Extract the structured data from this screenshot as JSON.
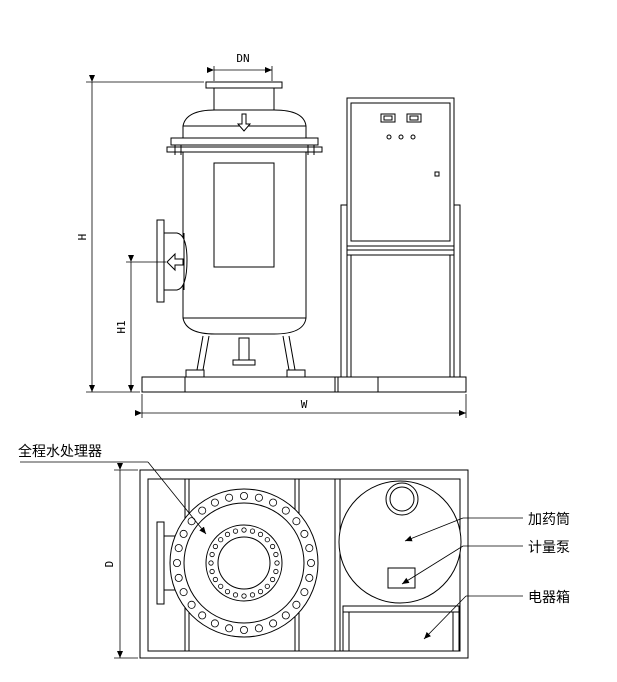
{
  "dimensions": {
    "dn": "DN",
    "h": "H",
    "h1": "H1",
    "w": "W",
    "d": "D"
  },
  "labels": {
    "processor": "全程水处理器",
    "dosing_tank": "加药筒",
    "metering_pump": "计量泵",
    "electrical_box": "电器箱"
  },
  "colors": {
    "line": "#000000",
    "background": "#ffffff"
  }
}
